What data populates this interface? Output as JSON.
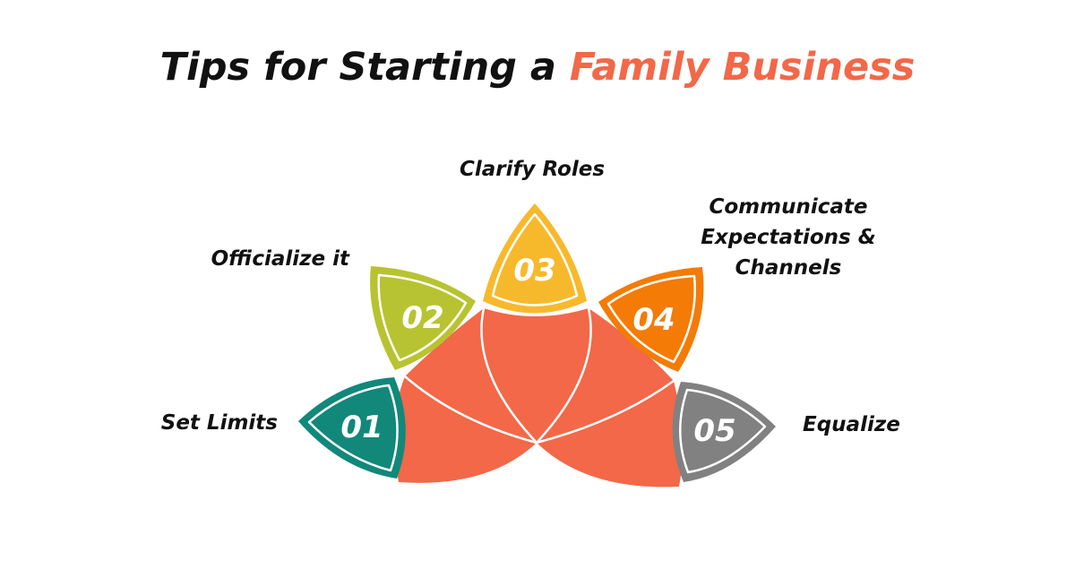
{
  "title": {
    "prefix": "Tips for Starting a",
    "highlight": "Family Business"
  },
  "colors": {
    "center": "#f26848",
    "accent": "#f26848",
    "tip1": "#11887a",
    "tip2": "#b8c331",
    "tip3": "#f7b92c",
    "tip4": "#f37b06",
    "tip5": "#818181"
  },
  "tips": [
    {
      "number": "01",
      "label": "Set Limits"
    },
    {
      "number": "02",
      "label": "Officialize it"
    },
    {
      "number": "03",
      "label": "Clarify Roles"
    },
    {
      "number": "04",
      "label": "Communicate\nExpectations &\nChannels"
    },
    {
      "number": "05",
      "label": "Equalize"
    }
  ]
}
